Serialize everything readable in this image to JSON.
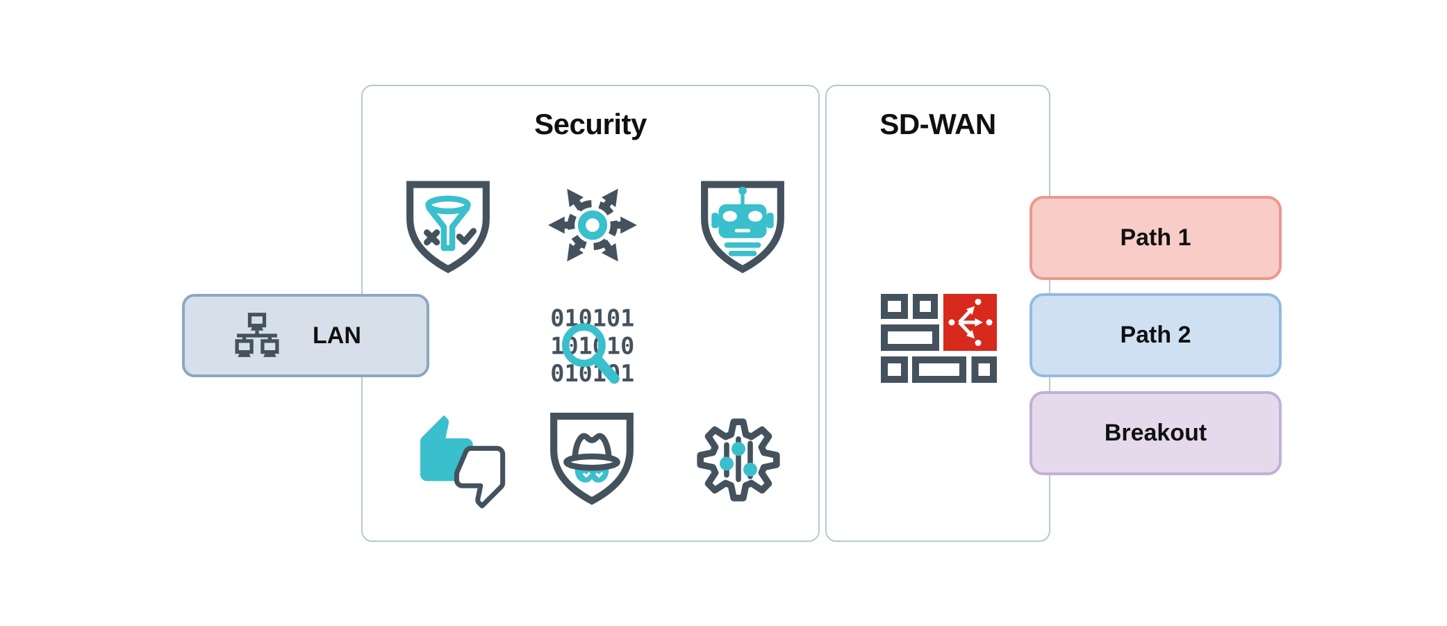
{
  "lan_node": {
    "label": "LAN",
    "icon": "lan-network-icon"
  },
  "security_panel": {
    "title": "Security",
    "icons": [
      "filter-shield-icon",
      "traffic-distribution-icon",
      "bot-shield-icon",
      "packet-inspection-icon",
      "reputation-thumbs-icon",
      "anonymous-shield-icon",
      "policy-gear-icon"
    ]
  },
  "sdwan_panel": {
    "title": "SD-WAN",
    "icon": "firewall-path-selection-icon"
  },
  "path_nodes": [
    {
      "label": "Path 1"
    },
    {
      "label": "Path 2"
    },
    {
      "label": "Breakout"
    }
  ],
  "colors": {
    "background": "#ffffff",
    "text": "#101010",
    "icon_dark": "#44525e",
    "icon_teal": "#3abfcc",
    "icon_red": "#d8291d",
    "panel_border": "#b5c8d3",
    "lan_fill": "#d6dfea",
    "lan_border": "#8ba7c1",
    "path1_fill": "#f8cdc8",
    "path1_border": "#ee968e",
    "path2_fill": "#cfe0f2",
    "path2_border": "#94bade",
    "breakout_fill": "#e4daec",
    "breakout_border": "#c3afd6"
  }
}
